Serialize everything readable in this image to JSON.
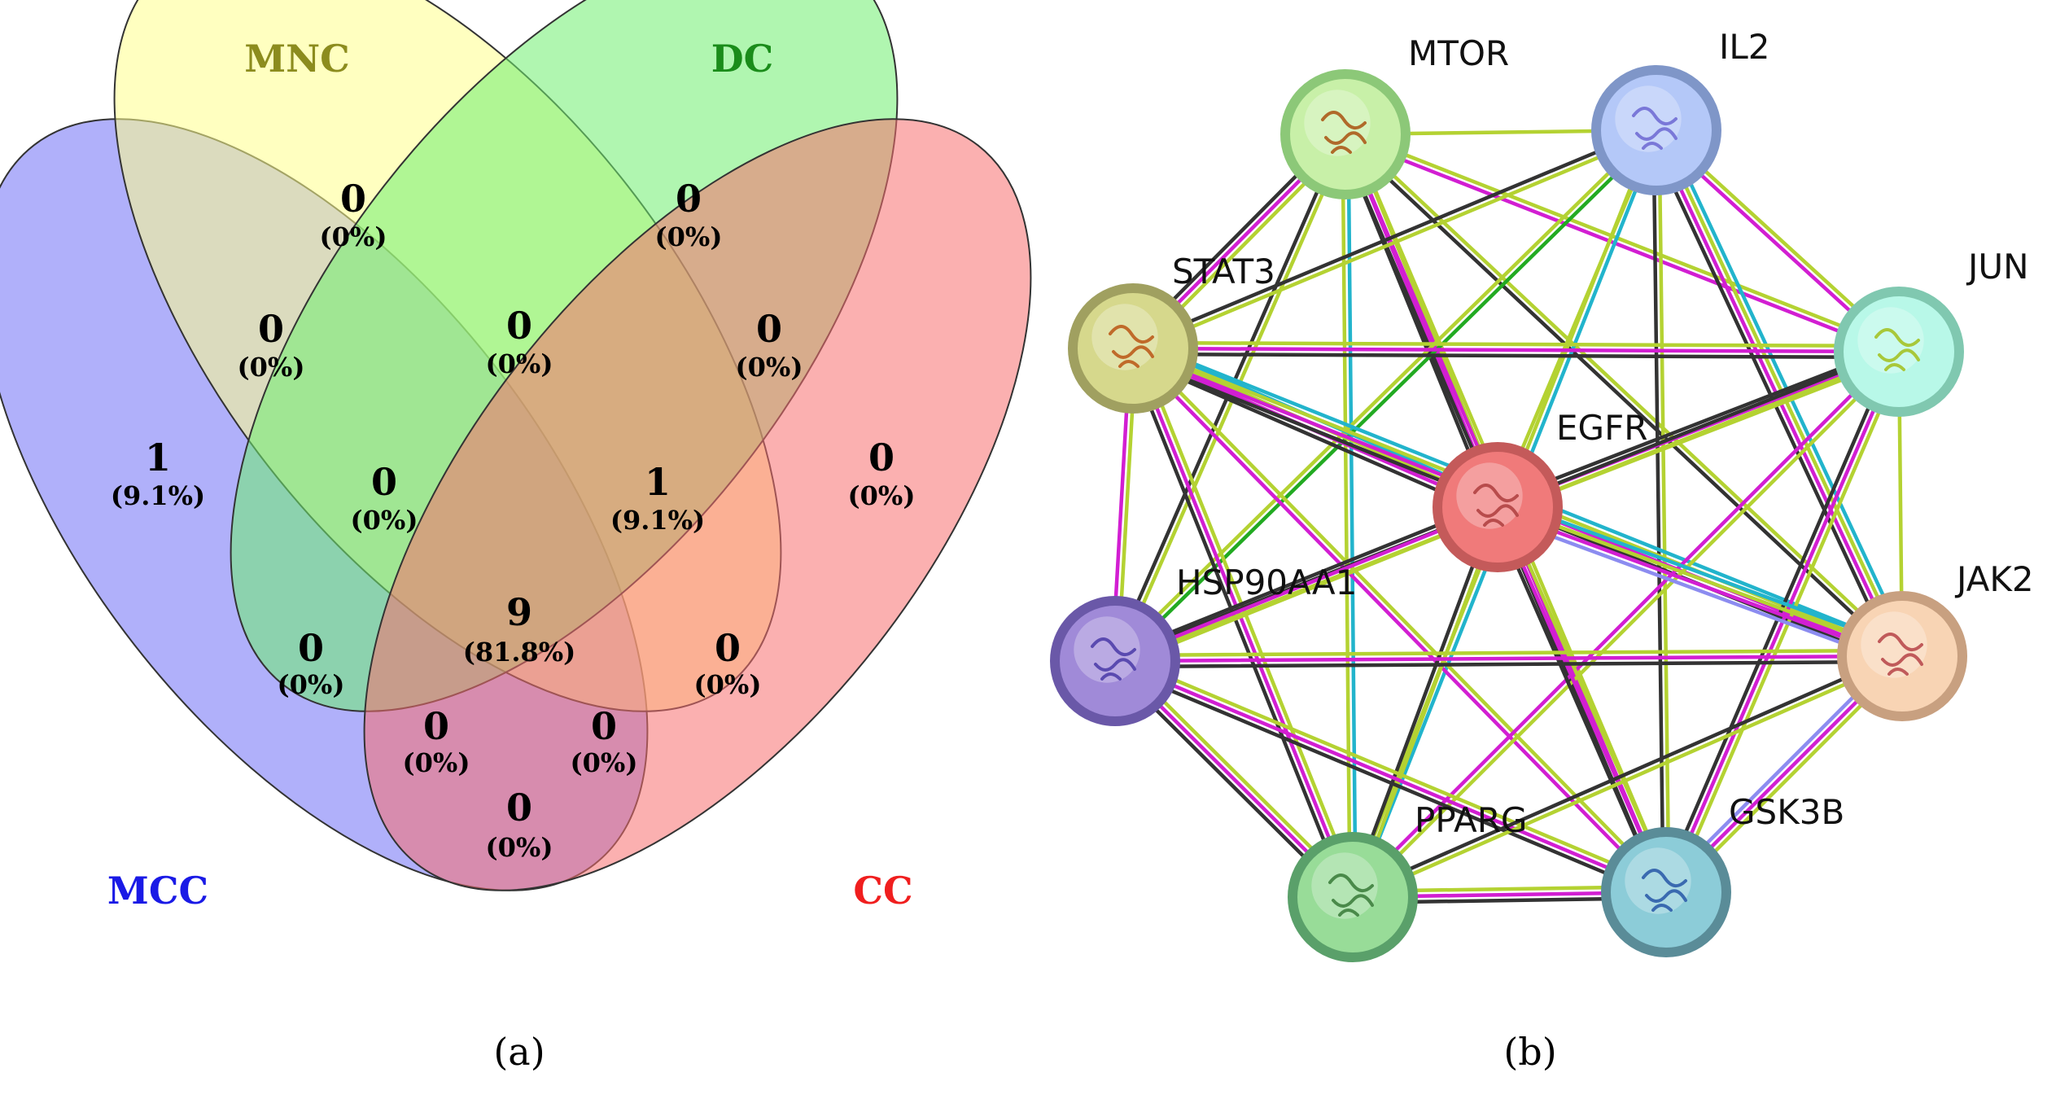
{
  "panel_a": {
    "caption": "(a)",
    "sets": [
      {
        "key": "MCC",
        "label": "MCC",
        "fill": "#6f6ff5",
        "label_color": "#1a1ae6"
      },
      {
        "key": "MNC",
        "label": "MNC",
        "fill": "#ffff8c",
        "label_color": "#8c8c1e"
      },
      {
        "key": "DC",
        "label": "DC",
        "fill": "#6fef6f",
        "label_color": "#1a8c1a"
      },
      {
        "key": "CC",
        "label": "CC",
        "fill": "#f77070",
        "label_color": "#f01e1e"
      }
    ],
    "regions": [
      {
        "id": "mnc-only",
        "count": "0",
        "pct": "(0%)"
      },
      {
        "id": "dc-only",
        "count": "0",
        "pct": "(0%)"
      },
      {
        "id": "mcc-mnc",
        "count": "0",
        "pct": "(0%)"
      },
      {
        "id": "mnc-dc",
        "count": "0",
        "pct": "(0%)"
      },
      {
        "id": "dc-cc",
        "count": "0",
        "pct": "(0%)"
      },
      {
        "id": "mcc-only",
        "count": "1",
        "pct": "(9.1%)"
      },
      {
        "id": "mcc-mnc-dc",
        "count": "0",
        "pct": "(0%)"
      },
      {
        "id": "mnc-dc-cc",
        "count": "1",
        "pct": "(9.1%)"
      },
      {
        "id": "cc-only",
        "count": "0",
        "pct": "(0%)"
      },
      {
        "id": "all-four",
        "count": "9",
        "pct": "(81.8%)"
      },
      {
        "id": "mcc-dc",
        "count": "0",
        "pct": "(0%)"
      },
      {
        "id": "mnc-cc",
        "count": "0",
        "pct": "(0%)"
      },
      {
        "id": "mcc-dc-cc",
        "count": "0",
        "pct": "(0%)"
      },
      {
        "id": "mcc-mnc-cc",
        "count": "0",
        "pct": "(0%)"
      },
      {
        "id": "mcc-cc",
        "count": "0",
        "pct": "(0%)"
      }
    ]
  },
  "panel_b": {
    "caption": "(b)",
    "nodes": [
      {
        "id": "MTOR",
        "label": "MTOR",
        "color": "#c8f0a8",
        "border": "#8cc878",
        "structure": "#b06a2a"
      },
      {
        "id": "IL2",
        "label": "IL2",
        "color": "#b4c8f8",
        "border": "#7f96c8",
        "structure": "#7a78d8"
      },
      {
        "id": "STAT3",
        "label": "STAT3",
        "color": "#d6d88c",
        "border": "#a0a060",
        "structure": "#c06a2a"
      },
      {
        "id": "JUN",
        "label": "JUN",
        "color": "#b8f8e8",
        "border": "#80c8b0",
        "structure": "#a8c83a"
      },
      {
        "id": "EGFR",
        "label": "EGFR",
        "color": "#f07a7a",
        "border": "#c45a5a",
        "structure": "#b84c4c"
      },
      {
        "id": "HSP90AA1",
        "label": "HSP90AA1",
        "color": "#a08ad8",
        "border": "#6a58a8",
        "structure": "#5a4ab0"
      },
      {
        "id": "JAK2",
        "label": "JAK2",
        "color": "#f8d4b4",
        "border": "#c8a080",
        "structure": "#c05a5a"
      },
      {
        "id": "PPARG",
        "label": "PPARG",
        "color": "#98dc98",
        "border": "#5aa06a",
        "structure": "#4a8a4a"
      },
      {
        "id": "GSK3B",
        "label": "GSK3B",
        "color": "#8cccd8",
        "border": "#5a8c98",
        "structure": "#3a6ab0"
      }
    ],
    "evidence_colors": {
      "textmining": "#b4d232",
      "coexpression": "#333333",
      "experiments": "#d21ed2",
      "databases": "#22b4cc",
      "homology": "#8c8cf0",
      "neighborhood": "#22aa22"
    },
    "edges": [
      {
        "from": "MTOR",
        "to": "IL2",
        "types": [
          "textmining"
        ]
      },
      {
        "from": "MTOR",
        "to": "STAT3",
        "types": [
          "textmining",
          "experiments",
          "coexpression"
        ]
      },
      {
        "from": "MTOR",
        "to": "JUN",
        "types": [
          "textmining",
          "experiments"
        ]
      },
      {
        "from": "MTOR",
        "to": "EGFR",
        "types": [
          "textmining",
          "experiments",
          "coexpression"
        ]
      },
      {
        "from": "MTOR",
        "to": "HSP90AA1",
        "types": [
          "textmining",
          "coexpression"
        ]
      },
      {
        "from": "MTOR",
        "to": "JAK2",
        "types": [
          "textmining",
          "coexpression"
        ]
      },
      {
        "from": "MTOR",
        "to": "PPARG",
        "types": [
          "databases",
          "textmining"
        ]
      },
      {
        "from": "MTOR",
        "to": "GSK3B",
        "types": [
          "textmining",
          "experiments",
          "coexpression"
        ]
      },
      {
        "from": "IL2",
        "to": "STAT3",
        "types": [
          "textmining",
          "coexpression"
        ]
      },
      {
        "from": "IL2",
        "to": "JUN",
        "types": [
          "textmining",
          "experiments"
        ]
      },
      {
        "from": "IL2",
        "to": "EGFR",
        "types": [
          "textmining"
        ]
      },
      {
        "from": "IL2",
        "to": "HSP90AA1",
        "types": [
          "neighborhood",
          "textmining"
        ]
      },
      {
        "from": "IL2",
        "to": "JAK2",
        "types": [
          "databases",
          "textmining",
          "experiments",
          "coexpression"
        ]
      },
      {
        "from": "IL2",
        "to": "PPARG",
        "types": [
          "databases",
          "textmining"
        ]
      },
      {
        "from": "IL2",
        "to": "GSK3B",
        "types": [
          "textmining",
          "coexpression"
        ]
      },
      {
        "from": "STAT3",
        "to": "JUN",
        "types": [
          "textmining",
          "experiments",
          "coexpression"
        ]
      },
      {
        "from": "STAT3",
        "to": "EGFR",
        "types": [
          "databases",
          "textmining",
          "experiments",
          "coexpression"
        ]
      },
      {
        "from": "STAT3",
        "to": "HSP90AA1",
        "types": [
          "textmining",
          "experiments"
        ]
      },
      {
        "from": "STAT3",
        "to": "JAK2",
        "types": [
          "databases",
          "textmining",
          "experiments",
          "coexpression"
        ]
      },
      {
        "from": "STAT3",
        "to": "PPARG",
        "types": [
          "textmining",
          "experiments",
          "coexpression"
        ]
      },
      {
        "from": "STAT3",
        "to": "GSK3B",
        "types": [
          "textmining",
          "experiments"
        ]
      },
      {
        "from": "JUN",
        "to": "EGFR",
        "types": [
          "textmining",
          "experiments",
          "coexpression"
        ]
      },
      {
        "from": "JUN",
        "to": "HSP90AA1",
        "types": [
          "textmining",
          "coexpression"
        ]
      },
      {
        "from": "JUN",
        "to": "JAK2",
        "types": [
          "textmining"
        ]
      },
      {
        "from": "JUN",
        "to": "PPARG",
        "types": [
          "textmining",
          "experiments"
        ]
      },
      {
        "from": "JUN",
        "to": "GSK3B",
        "types": [
          "textmining",
          "experiments",
          "coexpression"
        ]
      },
      {
        "from": "EGFR",
        "to": "HSP90AA1",
        "types": [
          "textmining",
          "experiments",
          "coexpression"
        ]
      },
      {
        "from": "EGFR",
        "to": "JAK2",
        "types": [
          "databases",
          "textmining",
          "experiments",
          "homology"
        ]
      },
      {
        "from": "EGFR",
        "to": "PPARG",
        "types": [
          "textmining",
          "coexpression"
        ]
      },
      {
        "from": "EGFR",
        "to": "GSK3B",
        "types": [
          "textmining",
          "experiments",
          "coexpression"
        ]
      },
      {
        "from": "HSP90AA1",
        "to": "JAK2",
        "types": [
          "textmining",
          "experiments",
          "coexpression"
        ]
      },
      {
        "from": "HSP90AA1",
        "to": "PPARG",
        "types": [
          "textmining",
          "experiments",
          "coexpression"
        ]
      },
      {
        "from": "HSP90AA1",
        "to": "GSK3B",
        "types": [
          "textmining",
          "experiments",
          "coexpression"
        ]
      },
      {
        "from": "JAK2",
        "to": "PPARG",
        "types": [
          "textmining",
          "coexpression"
        ]
      },
      {
        "from": "JAK2",
        "to": "GSK3B",
        "types": [
          "textmining",
          "experiments",
          "homology"
        ]
      },
      {
        "from": "PPARG",
        "to": "GSK3B",
        "types": [
          "textmining",
          "experiments",
          "coexpression"
        ]
      }
    ]
  }
}
